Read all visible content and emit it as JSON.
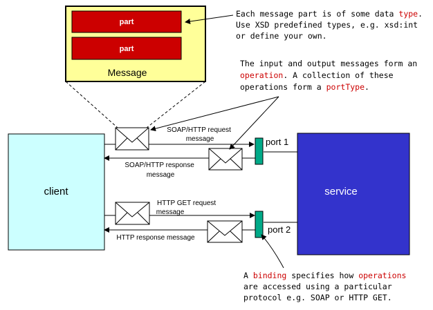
{
  "message_box": {
    "title": "Message",
    "parts": [
      "part",
      "part"
    ],
    "bg_color": "#ffff99",
    "part_color": "#cc0000"
  },
  "notes": {
    "type_note": {
      "lines": [
        [
          {
            "t": "Each message part is of some data ",
            "hl": false
          },
          {
            "t": "type",
            "hl": true
          },
          {
            "t": ".",
            "hl": false
          }
        ],
        [
          {
            "t": "Use XSD predefined types, e.g. xsd:int",
            "hl": false
          }
        ],
        [
          {
            "t": "or define your own.",
            "hl": false
          }
        ]
      ]
    },
    "operation_note": {
      "lines": [
        [
          {
            "t": "The input and output messages form an",
            "hl": false
          }
        ],
        [
          {
            "t": "operation",
            "hl": true
          },
          {
            "t": ". A collection of these",
            "hl": false
          }
        ],
        [
          {
            "t": "operations form a ",
            "hl": false
          },
          {
            "t": "portType",
            "hl": true
          },
          {
            "t": ".",
            "hl": false
          }
        ]
      ]
    },
    "binding_note": {
      "lines": [
        [
          {
            "t": "A ",
            "hl": false
          },
          {
            "t": "binding",
            "hl": true
          },
          {
            "t": " specifies how ",
            "hl": false
          },
          {
            "t": "operations",
            "hl": true
          }
        ],
        [
          {
            "t": "are accessed using a particular",
            "hl": false
          }
        ],
        [
          {
            "t": "protocol e.g. SOAP or HTTP GET.",
            "hl": false
          }
        ]
      ]
    },
    "highlight_color": "#cc0000"
  },
  "client": {
    "label": "client",
    "color": "#ccffff"
  },
  "service": {
    "label": "service",
    "color": "#3333cc"
  },
  "ports": {
    "port1": "port 1",
    "port2": "port 2",
    "color": "#00aa88"
  },
  "arrows": {
    "soap_request": [
      "SOAP/HTTP request",
      "message"
    ],
    "soap_response": [
      "SOAP/HTTP response",
      "message"
    ],
    "http_get_request": [
      "HTTP GET request",
      "message"
    ],
    "http_response": [
      "HTTP response message"
    ]
  }
}
